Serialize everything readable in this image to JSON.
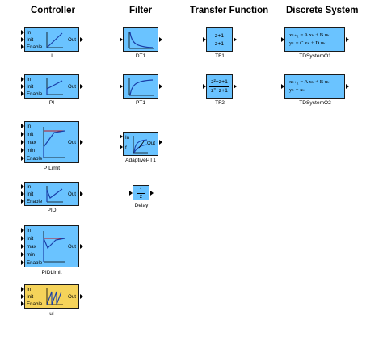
{
  "headers": {
    "controller": "Controller",
    "filter": "Filter",
    "transfer_function": "Transfer Function",
    "discrete_system": "Discrete System"
  },
  "ports": {
    "in": "In",
    "init": "Init",
    "enable": "Enable",
    "max": "max",
    "min": "min",
    "out": "Out",
    "f": "f"
  },
  "blocks": {
    "i": "I",
    "pi": "PI",
    "pilimit": "PILimit",
    "pid": "PID",
    "pidlimit": "PIDLimit",
    "ui": "uI",
    "dt1": "DT1",
    "pt1": "PT1",
    "adaptivept1": "AdaptivePT1",
    "delay": "Delay",
    "tf1": "TF1",
    "tf2": "TF2",
    "tdsystemo1": "TDSystemO1",
    "tdsystemo2": "TDSystemO2"
  },
  "tf1": {
    "num": "z+1",
    "den": "z+1"
  },
  "tf2": {
    "num": "z²+z+1",
    "den": "z²+z+1"
  },
  "delay": {
    "num": "1",
    "den": "z"
  },
  "sys1": {
    "l1": "xₖ₊₁ = A xₖ + B uₖ",
    "l2": "yₖ   = C xₖ + D uₖ"
  },
  "sys2": {
    "l1": "xₖ₊₁ = A xₖ + B uₖ",
    "l2": "yₖ   = xₖ"
  },
  "colors": {
    "block_blue": "#6ac3ff",
    "block_yellow": "#f5d35a",
    "curve": "#1a3fa8",
    "limit": "#c0161d"
  }
}
